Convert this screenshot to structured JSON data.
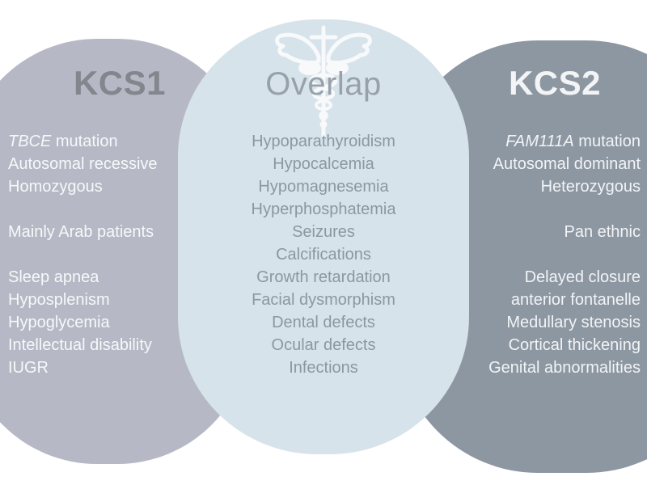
{
  "diagram": {
    "left": {
      "title": "KCS1",
      "gene": "TBCE",
      "gene_suffix": " mutation",
      "rows": [
        "Autosomal recessive",
        "Homozygous",
        "",
        "Mainly Arab patients",
        "",
        "Sleep apnea",
        "Hyposplenism",
        "Hypoglycemia",
        "Intellectual disability",
        "IUGR"
      ]
    },
    "center": {
      "title": "Overlap",
      "icon": "caduceus-icon",
      "rows": [
        "Hypoparathyroidism",
        "Hypocalcemia",
        "Hypomagnesemia",
        "Hyperphosphatemia",
        "Seizures",
        "Calcifications",
        "Growth retardation",
        "Facial dysmorphism",
        "Dental defects",
        "Ocular defects",
        "Infections"
      ]
    },
    "right": {
      "title": "KCS2",
      "gene": "FAM111A",
      "gene_suffix": " mutation",
      "rows": [
        "Autosomal dominant",
        "Heterozygous",
        "",
        "Pan ethnic",
        "",
        "Delayed closure",
        "anterior fontanelle",
        "Medullary stenosis",
        "Cortical thickening",
        "Genital abnormalities"
      ]
    },
    "colors": {
      "left_fill": "#b6b9c5",
      "center_fill": "#d7e3ea",
      "right_fill": "#8d97a2",
      "left_title_text": "#84868e",
      "center_title_text": "#98a1aa",
      "center_body_text": "#8c97a1",
      "light_text": "#f2f4f6",
      "icon_color": "#ffffff"
    }
  }
}
